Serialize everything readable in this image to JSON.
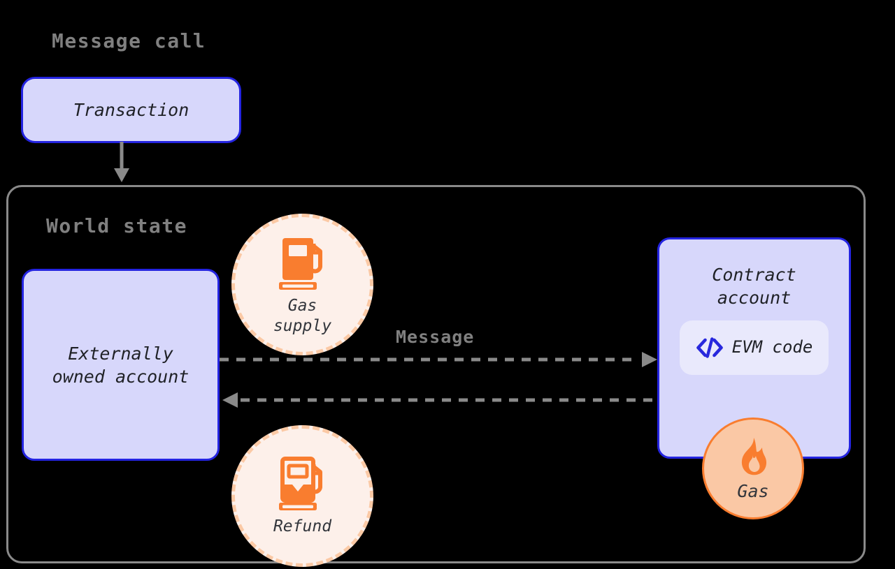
{
  "titles": {
    "message_call": "Message call",
    "world_state": "World state"
  },
  "nodes": {
    "transaction": {
      "label": "Transaction"
    },
    "externally_owned_account": {
      "line1": "Externally",
      "line2": "owned account"
    },
    "contract_account": {
      "line1": "Contract",
      "line2": "account"
    }
  },
  "badges": {
    "evm_code": {
      "label": "EVM code",
      "icon": "code-brackets-icon"
    }
  },
  "circles": {
    "gas_supply": {
      "label": "Gas\nsupply",
      "icon": "fuel-pump-full-icon"
    },
    "refund": {
      "label": "Refund",
      "icon": "fuel-pump-partial-icon"
    },
    "gas": {
      "label": "Gas",
      "icon": "flame-icon"
    }
  },
  "edges": {
    "transaction_to_world_state": {
      "label": "",
      "style": "solid",
      "direction": "down"
    },
    "message": {
      "label": "Message",
      "style": "dashed",
      "direction": "right"
    },
    "return": {
      "label": "",
      "style": "dashed",
      "direction": "left"
    }
  },
  "colors": {
    "background": "#000000",
    "node_fill": "#d7d7fb",
    "node_border": "#2424e0",
    "container_border": "#8a8a8a",
    "label_gray": "#808080",
    "text_dark": "#1f2126",
    "orange": "#f97d2f",
    "peach_fill": "#fac8a5",
    "cream_fill": "#fdf0ea",
    "dashed_border": "#fbc9a5",
    "badge_fill": "#e9e9fc",
    "arrow_gray": "#8a8a8a"
  }
}
